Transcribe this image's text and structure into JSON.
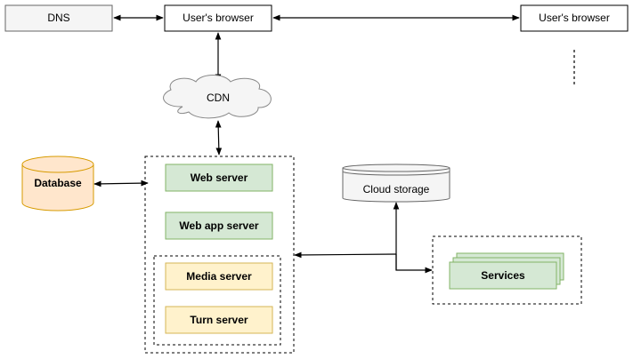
{
  "nodes": {
    "dns": "DNS",
    "browser_left": "User's browser",
    "browser_right": "User's browser",
    "cdn": "CDN",
    "database": "Database",
    "web_server": "Web server",
    "web_app_server": "Web app server",
    "media_server": "Media server",
    "turn_server": "Turn server",
    "cloud_storage": "Cloud storage",
    "services": "Services"
  },
  "colors": {
    "green_fill": "#d5e8d4",
    "green_stroke": "#82b366",
    "yellow_fill": "#fff2cc",
    "yellow_stroke": "#d6b656",
    "orange_fill": "#ffe6cc",
    "orange_stroke": "#d79b00",
    "gray_fill": "#f5f5f5",
    "gray_stroke": "#666666",
    "cloud_fill": "#f5f5f5",
    "cloud_stroke": "#888888"
  }
}
